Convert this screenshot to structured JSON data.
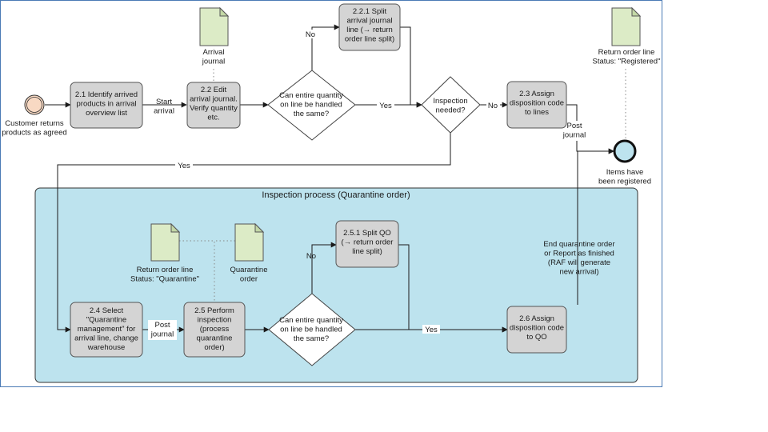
{
  "colors": {
    "task_fill": "#d4d4d4",
    "document_fill": "#dcebc6",
    "pool_fill": "#bde3ee",
    "start_event_fill": "#f8d9c3",
    "end_event_fill": "#bde3ee",
    "frame_border": "#4a7ab5"
  },
  "events": {
    "start": {
      "label": [
        "Customer returns",
        "products as agreed"
      ]
    },
    "end": {
      "label": [
        "Items have",
        "been registered"
      ]
    }
  },
  "tasks": {
    "t2_1": {
      "label": [
        "2.1 Identify arrived",
        "products in arrival",
        "overview list"
      ]
    },
    "t2_2": {
      "label": [
        "2.2  Edit",
        "arrival journal.",
        "Verify quantity",
        "etc."
      ]
    },
    "t2_2_1": {
      "label": [
        "2.2.1 Split",
        "arrival journal",
        "line (→ return",
        "order line split)"
      ]
    },
    "t2_3": {
      "label": [
        "2.3 Assign",
        "disposition code",
        "to lines"
      ]
    },
    "t2_4": {
      "label": [
        "2.4 Select",
        "\"Quarantine",
        "management\" for",
        "arrival line, change",
        "warehouse"
      ]
    },
    "t2_5": {
      "label": [
        "2.5 Perform",
        "inspection",
        "(process",
        "quarantine",
        "order)"
      ]
    },
    "t2_5_1": {
      "label": [
        "2.5.1 Split QO",
        "(→ return order",
        "line split)"
      ]
    },
    "t2_6": {
      "label": [
        "2.6 Assign",
        "disposition code",
        "to QO"
      ]
    }
  },
  "decisions": {
    "d1": {
      "label": [
        "Can entire quantity",
        "on line be handled",
        "the same?"
      ]
    },
    "d2": {
      "label": [
        "Inspection",
        "needed?"
      ]
    },
    "d3": {
      "label": [
        "Can entire quantity",
        "on line be handled",
        "the same?"
      ]
    }
  },
  "documents": {
    "doc1": {
      "label": [
        "Arrival",
        "journal"
      ]
    },
    "doc2": {
      "label": [
        "Return order line",
        "Status: \"Registered\""
      ]
    },
    "doc3": {
      "label": [
        "Return order line",
        "Status: \"Quarantine\""
      ]
    },
    "doc4": {
      "label": [
        "Quarantine",
        "order"
      ]
    }
  },
  "pool": {
    "title": "Inspection process (Quarantine order)"
  },
  "flow_labels": {
    "start_arrival": [
      "Start",
      "arrival"
    ],
    "d1_no": [
      "No"
    ],
    "d1_yes": [
      "Yes"
    ],
    "d2_no": [
      "No"
    ],
    "d2_yes": [
      "Yes"
    ],
    "post_journal_1": [
      "Post",
      "journal"
    ],
    "post_journal_2": [
      "Post",
      "journal"
    ],
    "d3_no": [
      "No"
    ],
    "d3_yes": [
      "Yes"
    ],
    "end_quarantine": [
      "End quarantine order",
      "or Report as finished",
      "(RAF will generate",
      "new arrival)"
    ]
  }
}
